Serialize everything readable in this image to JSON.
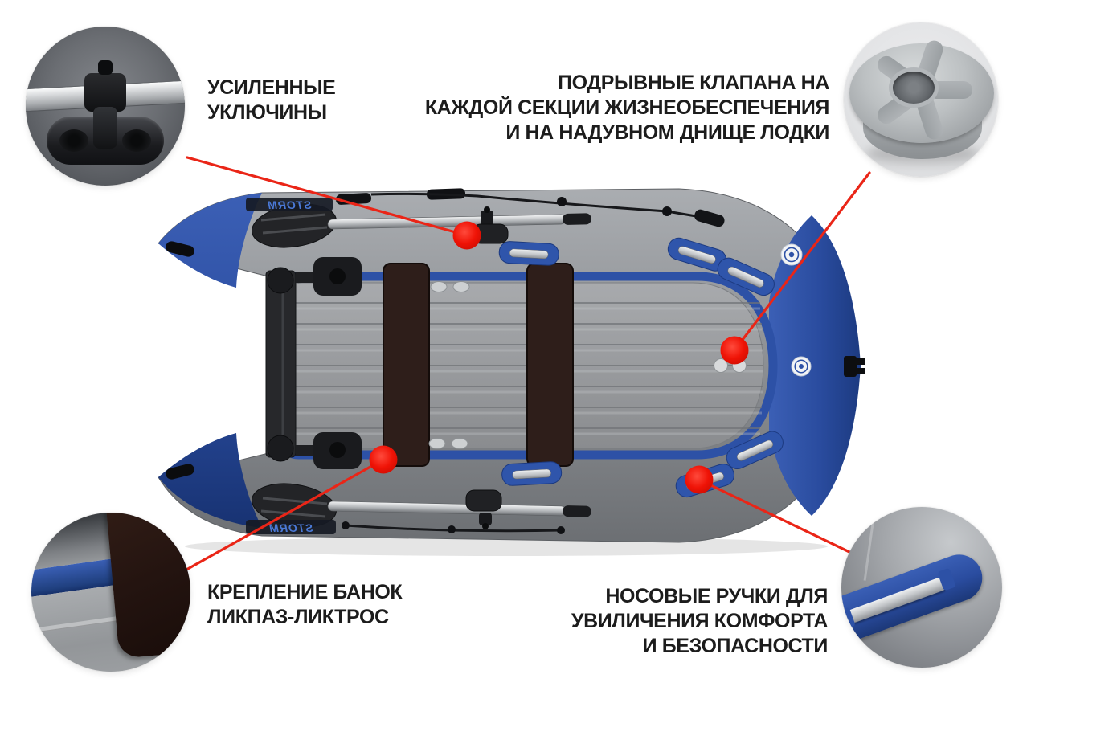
{
  "meta": {
    "type": "product-infographic",
    "language": "ru",
    "subject": "inflatable-boat-top-view",
    "background": "#ffffff"
  },
  "palette": {
    "accent_red": "#ea2517",
    "tube_gray": "#8f9296",
    "boat_blue": "#2d51a6",
    "floor_gray": "#9a9c9f",
    "seat_brown": "#2b1b17",
    "text_color": "#1c1c1c"
  },
  "boat": {
    "logo": "STORM",
    "red_marker_count": 4,
    "seat_count": 2,
    "oar_count": 2
  },
  "callouts": [
    {
      "id": "oarlocks",
      "align": "left",
      "inset": "oarlock-photo",
      "lines": [
        "УСИЛЕННЫЕ",
        "УКЛЮЧИНЫ"
      ]
    },
    {
      "id": "valves",
      "align": "right",
      "inset": "valve-photo",
      "lines": [
        "ПОДРЫВНЫЕ КЛАПАНА НА",
        "КАЖДОЙ СЕКЦИИ ЖИЗНЕОБЕСПЕЧЕНИЯ",
        "И НА НАДУВНОМ ДНИЩЕ ЛОДКИ"
      ]
    },
    {
      "id": "seat-mount",
      "align": "left",
      "inset": "liktros-photo",
      "lines": [
        "КРЕПЛЕНИЕ БАНОК",
        "ЛИКПАЗ-ЛИКТРОС"
      ]
    },
    {
      "id": "bow-handles",
      "align": "right",
      "inset": "handle-photo",
      "lines": [
        "НОСОВЫЕ РУЧКИ ДЛЯ",
        "УВИЛИЧЕНИЯ КОМФОРТА",
        "И БЕЗОПАСНОСТИ"
      ]
    }
  ]
}
